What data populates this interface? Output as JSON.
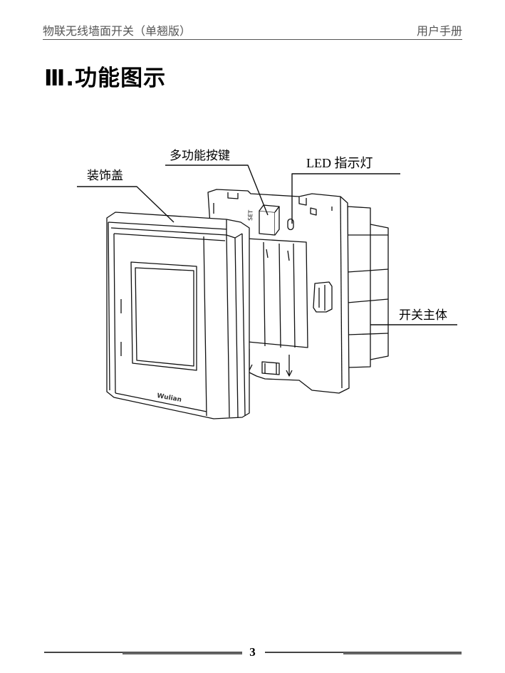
{
  "header": {
    "left": "物联无线墙面开关（单翘版）",
    "right": "用户手册"
  },
  "section": {
    "title": "Ⅲ.功能图示"
  },
  "figure": {
    "labels": {
      "cover": "装饰盖",
      "button": "多功能按键",
      "led": "LED 指示灯",
      "body": "开关主体"
    },
    "set_text": "SET",
    "brand_text": "Wulian"
  },
  "footer": {
    "page_number": "3"
  }
}
